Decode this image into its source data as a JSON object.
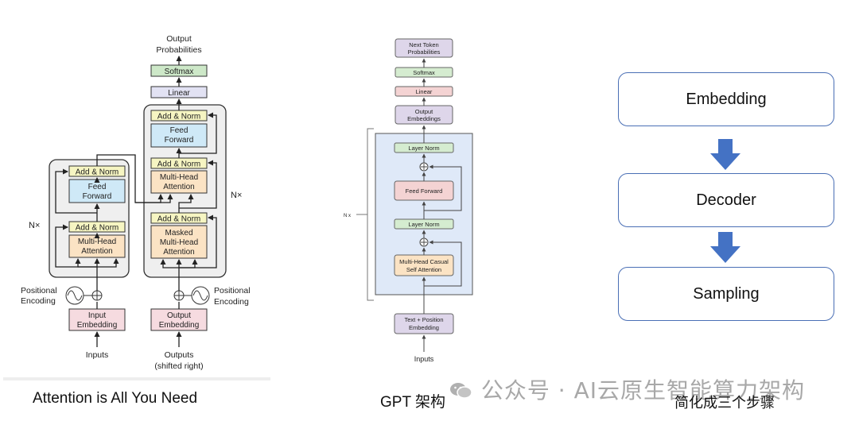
{
  "transformer": {
    "output_probabilities": [
      "Output",
      "Probabilities"
    ],
    "softmax": "Softmax",
    "linear": "Linear",
    "add_norm": "Add & Norm",
    "feed_forward": [
      "Feed",
      "Forward"
    ],
    "multi_head_attention": [
      "Multi-Head",
      "Attention"
    ],
    "masked_multi_head_attention": [
      "Masked",
      "Multi-Head",
      "Attention"
    ],
    "nx": "N×",
    "positional_encoding": [
      "Positional",
      "Encoding"
    ],
    "input_embedding": [
      "Input",
      "Embedding"
    ],
    "output_embedding": [
      "Output",
      "Embedding"
    ],
    "inputs": "Inputs",
    "outputs": [
      "Outputs",
      "(shifted right)"
    ],
    "colors": {
      "attention": "#fbe3c4",
      "feed_forward": "#cfe9f7",
      "add_norm": "#f6f5c2",
      "linear": "#e2e2f3",
      "softmax": "#cde8c8",
      "embedding": "#f6dbe0"
    }
  },
  "gpt": {
    "next_token": [
      "Next Token",
      "Probabilities"
    ],
    "softmax": "Softmax",
    "linear": "Linear",
    "output_embeddings": [
      "Output",
      "Embeddings"
    ],
    "layer_norm": "Layer Norm",
    "feed_forward": "Feed Forward",
    "attention": [
      "Multi-Head Casual",
      "Self Attention"
    ],
    "text_position": [
      "Text + Position",
      "Embedding"
    ],
    "inputs": "Inputs",
    "nx": "N x"
  },
  "steps": {
    "items": [
      "Embedding",
      "Decoder",
      "Sampling"
    ],
    "accent": "#4472c4"
  },
  "captions": {
    "left": "Attention is All You Need",
    "middle": "GPT 架构",
    "right": "简化成三个步骤"
  },
  "watermark": "公众号 · AI云原生智能算力架构"
}
